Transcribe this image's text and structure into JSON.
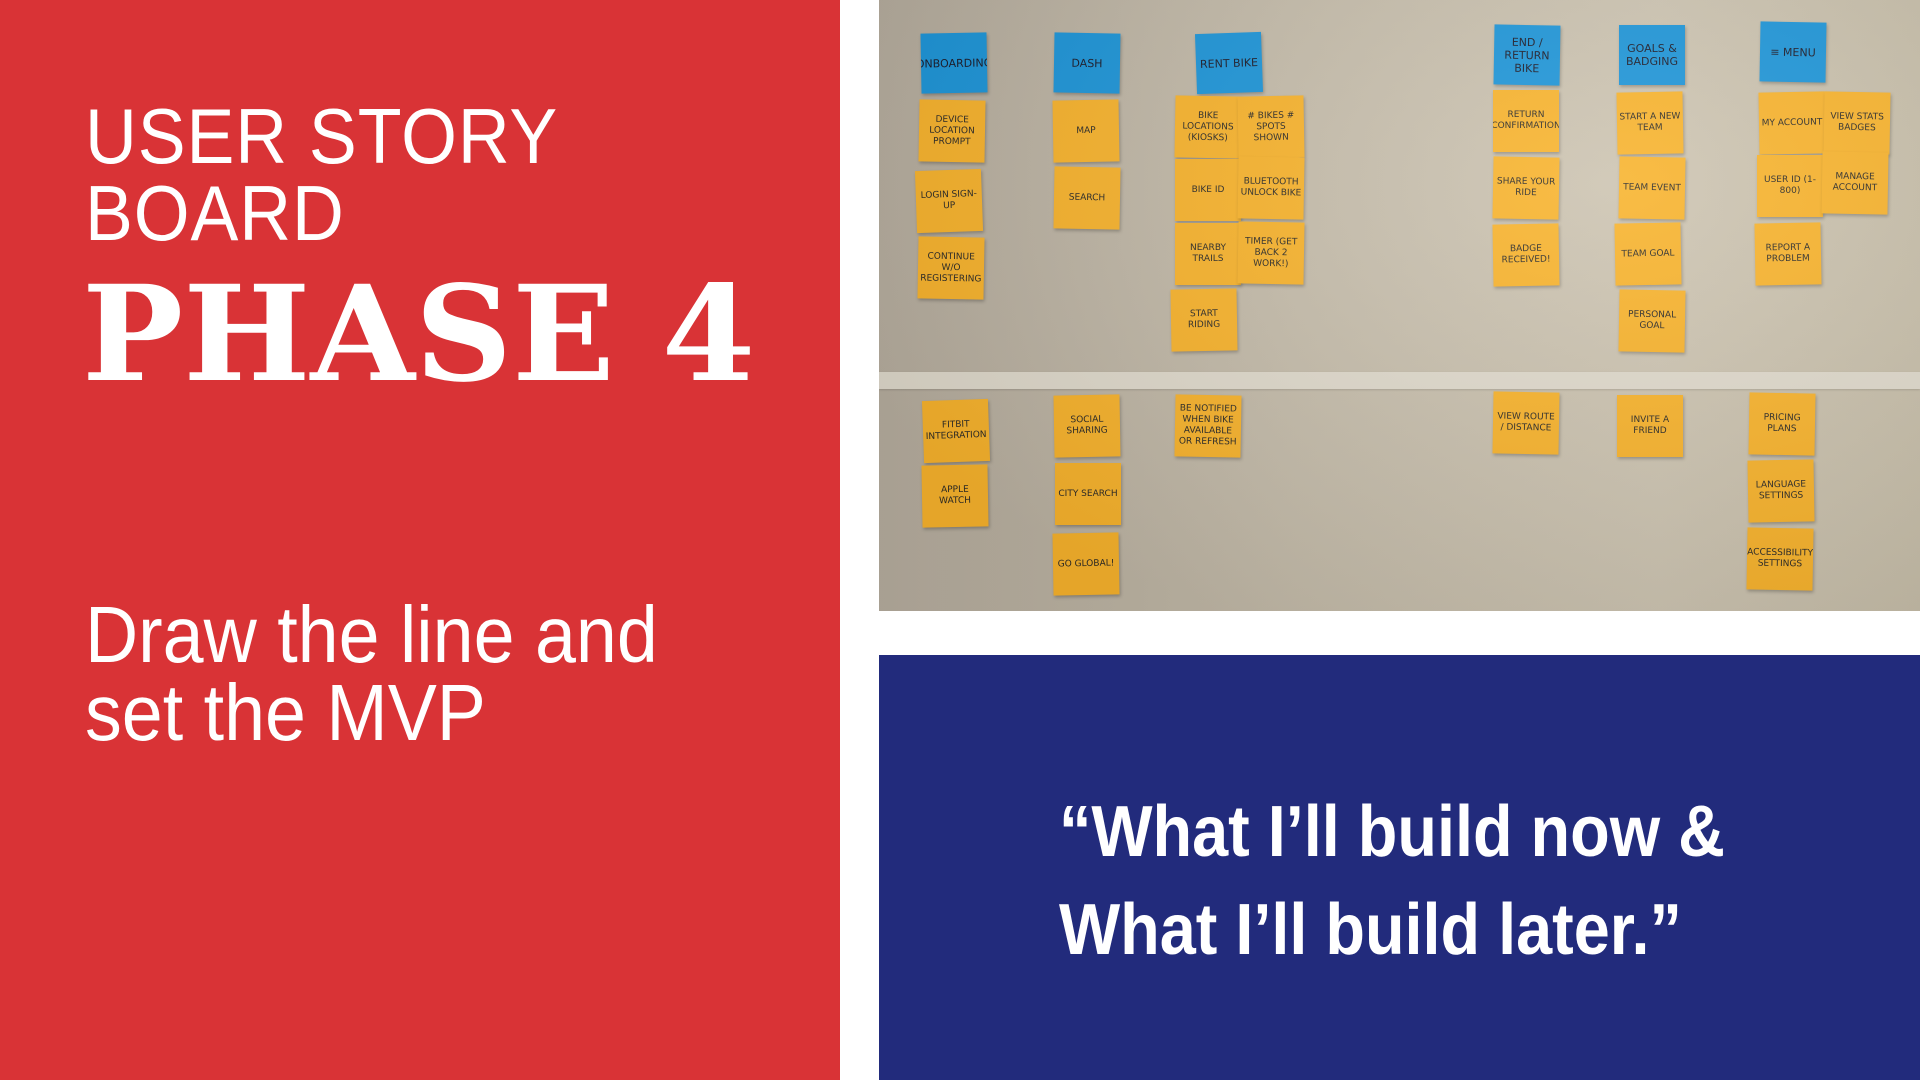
{
  "left": {
    "title_line1": "USER STORY",
    "title_line2": "BOARD",
    "phase": "PHASE 4",
    "subtitle_line1": "Draw the line and",
    "subtitle_line2": "set the MVP"
  },
  "photo": {
    "notes": [
      {
        "text": "ONBOARDING",
        "color": "blue"
      },
      {
        "text": "DEVICE LOCATION PROMPT",
        "color": "yellow"
      },
      {
        "text": "LOGIN SIGN-UP",
        "color": "yellow"
      },
      {
        "text": "CONTINUE W/O REGISTERING",
        "color": "yellow"
      },
      {
        "text": "FITBIT INTEGRATION",
        "color": "yellow"
      },
      {
        "text": "APPLE WATCH",
        "color": "yellow"
      },
      {
        "text": "DASH",
        "color": "blue"
      },
      {
        "text": "MAP",
        "color": "yellow"
      },
      {
        "text": "SEARCH",
        "color": "yellow"
      },
      {
        "text": "SOCIAL SHARING",
        "color": "yellow"
      },
      {
        "text": "CITY SEARCH",
        "color": "yellow"
      },
      {
        "text": "GO GLOBAL!",
        "color": "yellow"
      },
      {
        "text": "RENT BIKE",
        "color": "blue"
      },
      {
        "text": "BIKE LOCATIONS (KIOSKS)",
        "color": "yellow"
      },
      {
        "text": "# BIKES # SPOTS SHOWN",
        "color": "yellow"
      },
      {
        "text": "BIKE ID",
        "color": "yellow"
      },
      {
        "text": "BLUETOOTH UNLOCK BIKE",
        "color": "yellow"
      },
      {
        "text": "NEARBY TRAILS",
        "color": "yellow"
      },
      {
        "text": "TIMER (GET BACK 2 WORK!)",
        "color": "yellow"
      },
      {
        "text": "START RIDING",
        "color": "yellow"
      },
      {
        "text": "BE NOTIFIED WHEN BIKE AVAILABLE OR REFRESH",
        "color": "yellow"
      },
      {
        "text": "END / RETURN BIKE",
        "color": "blue"
      },
      {
        "text": "RETURN CONFIRMATION",
        "color": "yellow"
      },
      {
        "text": "SHARE YOUR RIDE",
        "color": "yellow"
      },
      {
        "text": "BADGE RECEIVED!",
        "color": "yellow"
      },
      {
        "text": "VIEW ROUTE / DISTANCE",
        "color": "yellow"
      },
      {
        "text": "GOALS & BADGING",
        "color": "blue"
      },
      {
        "text": "START A NEW TEAM",
        "color": "yellow"
      },
      {
        "text": "TEAM EVENT",
        "color": "yellow"
      },
      {
        "text": "TEAM GOAL",
        "color": "yellow"
      },
      {
        "text": "PERSONAL GOAL",
        "color": "yellow"
      },
      {
        "text": "INVITE A FRIEND",
        "color": "yellow"
      },
      {
        "text": "≡ MENU",
        "color": "blue"
      },
      {
        "text": "MY ACCOUNT",
        "color": "yellow"
      },
      {
        "text": "VIEW STATS BADGES",
        "color": "yellow"
      },
      {
        "text": "USER ID (1-800)",
        "color": "yellow"
      },
      {
        "text": "MANAGE ACCOUNT",
        "color": "yellow"
      },
      {
        "text": "REPORT A PROBLEM",
        "color": "yellow"
      },
      {
        "text": "PRICING PLANS",
        "color": "yellow"
      },
      {
        "text": "LANGUAGE SETTINGS",
        "color": "yellow"
      },
      {
        "text": "ACCESSIBILITY SETTINGS",
        "color": "yellow"
      }
    ]
  },
  "quote": {
    "line1": "“What I’ll build now &",
    "line2": "What I’ll build later.”"
  },
  "colors": {
    "red_panel": "#d93336",
    "blue_panel": "#222b7c",
    "sticky_yellow": "#f8b32c",
    "sticky_blue": "#1d95d8"
  }
}
